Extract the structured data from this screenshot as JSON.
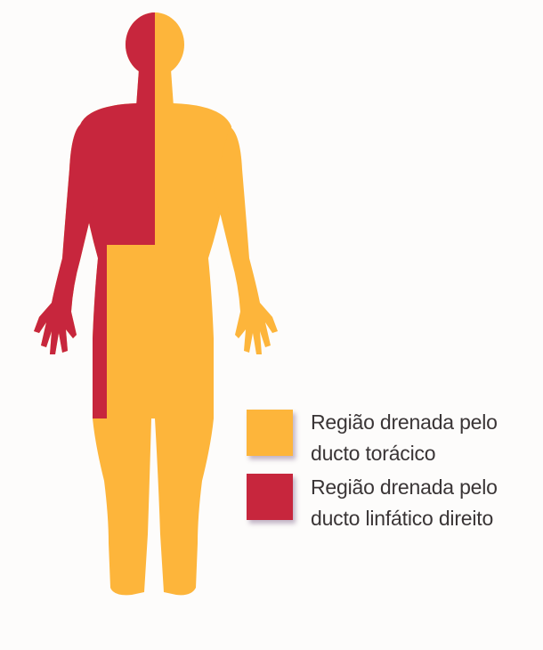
{
  "colors": {
    "thoracic_duct_region": "#fdb53b",
    "right_lymphatic_duct_region": "#c7263d",
    "label_text": "#3a3536"
  },
  "legend": [
    {
      "label": "Região drenada pelo ducto torácico",
      "color_key": "thoracic_duct_region"
    },
    {
      "label": "Região drenada pelo ducto linfático direito",
      "color_key": "right_lymphatic_duct_region"
    }
  ]
}
